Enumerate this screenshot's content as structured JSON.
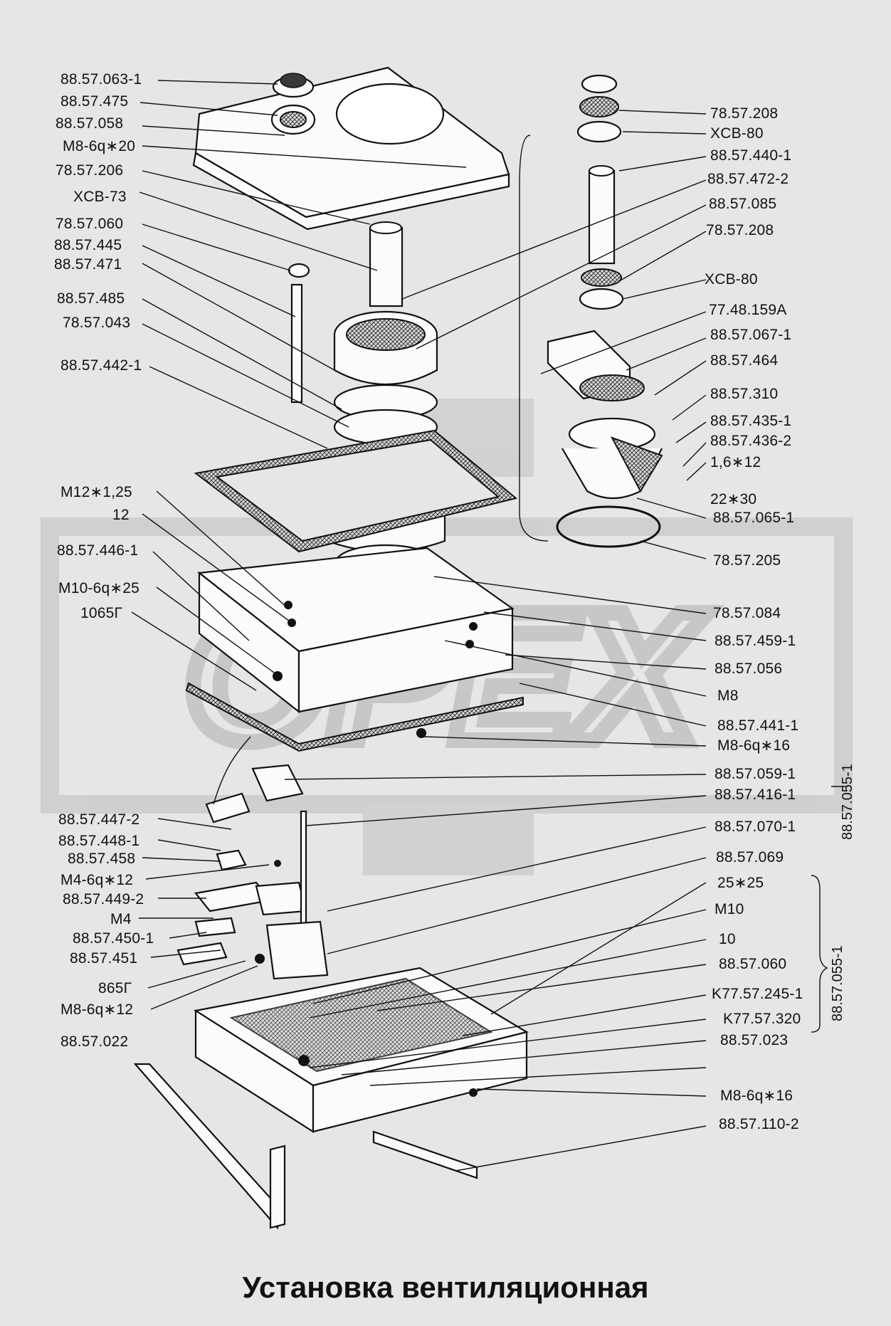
{
  "title": "Установка вентиляционная",
  "watermark_text": "OPEX",
  "bracket_labels": [
    "88.57.055-1",
    "88.57.055-1"
  ],
  "labels_left": [
    "88.57.063-1",
    "88.57.475",
    "88.57.058",
    "M8-6q∗20",
    "78.57.206",
    "XCB-73",
    "78.57.060",
    "88.57.445",
    "88.57.471",
    "88.57.485",
    "78.57.043",
    "88.57.442-1",
    "M12∗1,25",
    "12",
    "88.57.446-1",
    "M10-6q∗25",
    "1065Г",
    "88.57.447-2",
    "88.57.448-1",
    "88.57.458",
    "M4-6q∗12",
    "88.57.449-2",
    "M4",
    "88.57.450-1",
    "88.57.451",
    "865Г",
    "M8-6q∗12",
    "88.57.022"
  ],
  "labels_right": [
    "78.57.208",
    "XCB-80",
    "88.57.440-1",
    "88.57.472-2",
    "88.57.085",
    "78.57.208",
    "XCB-80",
    "77.48.159A",
    "88.57.067-1",
    "88.57.464",
    "88.57.310",
    "88.57.435-1",
    "88.57.436-2",
    "1,6∗12",
    "22∗30",
    "88.57.065-1",
    "78.57.205",
    "78.57.084",
    "88.57.459-1",
    "88.57.056",
    "M8",
    "88.57.441-1",
    "M8-6q∗16",
    "88.57.059-1",
    "88.57.416-1",
    "88.57.070-1",
    "88.57.069",
    "25∗25",
    "M10",
    "10",
    "88.57.060",
    "K77.57.245-1",
    "K77.57.320",
    "88.57.023",
    "M8-6q∗16",
    "88.57.110-2"
  ],
  "colors": {
    "background": "#e6e6e6",
    "ink": "#111111",
    "watermark": "#c9c9c9"
  }
}
